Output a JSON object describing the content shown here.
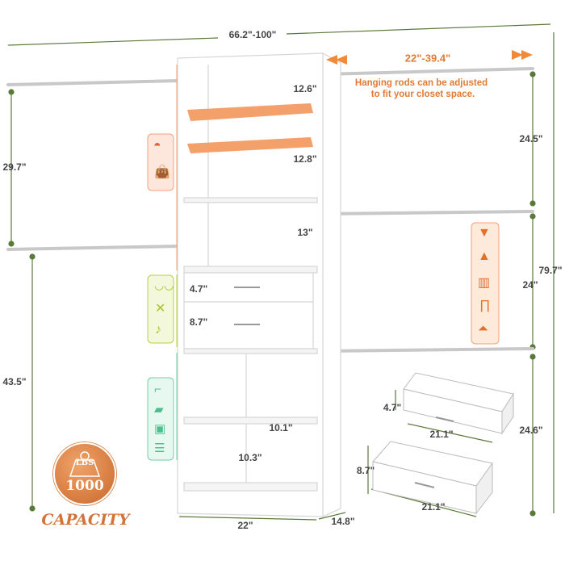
{
  "dimensions": {
    "total_width": "66.2\"-100\"",
    "rod_range": "22\"-39.4\"",
    "shelf_top": "12.6\"",
    "shelf_second": "12.8\"",
    "shelf_third": "13\"",
    "drawer_small_height": "4.7\"",
    "drawer_large_height": "8.7\"",
    "cube_width": "10.1\"",
    "cube_height": "10.3\"",
    "tower_width": "22\"",
    "tower_depth": "14.8\"",
    "left_upper": "29.7\"",
    "left_lower": "43.5\"",
    "right_upper": "24.5\"",
    "right_total": "79.7\"",
    "right_middle": "24\"",
    "right_lower": "24.6\"",
    "drawer1_height": "4.7\"",
    "drawer1_width": "21.1\"",
    "drawer2_height": "8.7\"",
    "drawer2_width": "21.1\""
  },
  "note": {
    "line1": "Hanging rods can be adjusted",
    "line2": "to fit your closet space."
  },
  "badge": {
    "unit": "LBS",
    "value": "1000",
    "label": "CAPACITY"
  },
  "colors": {
    "accent": "#e07a35",
    "dimension_line": "#5a7a3a",
    "hat_zone": "#f4a07a",
    "underwear_zone": "#b5d43a",
    "shoe_zone": "#6fd0a8"
  },
  "icons": [
    "hat-icon",
    "handbag-icon",
    "bra-icon",
    "scarf-icon",
    "socks-icon",
    "heels-icon",
    "shoe-icon",
    "box-icon",
    "folded-clothes-icon",
    "tshirt-icon",
    "shirt-icon",
    "jacket-icon",
    "pants-icon",
    "skirt-icon",
    "weight-icon"
  ]
}
